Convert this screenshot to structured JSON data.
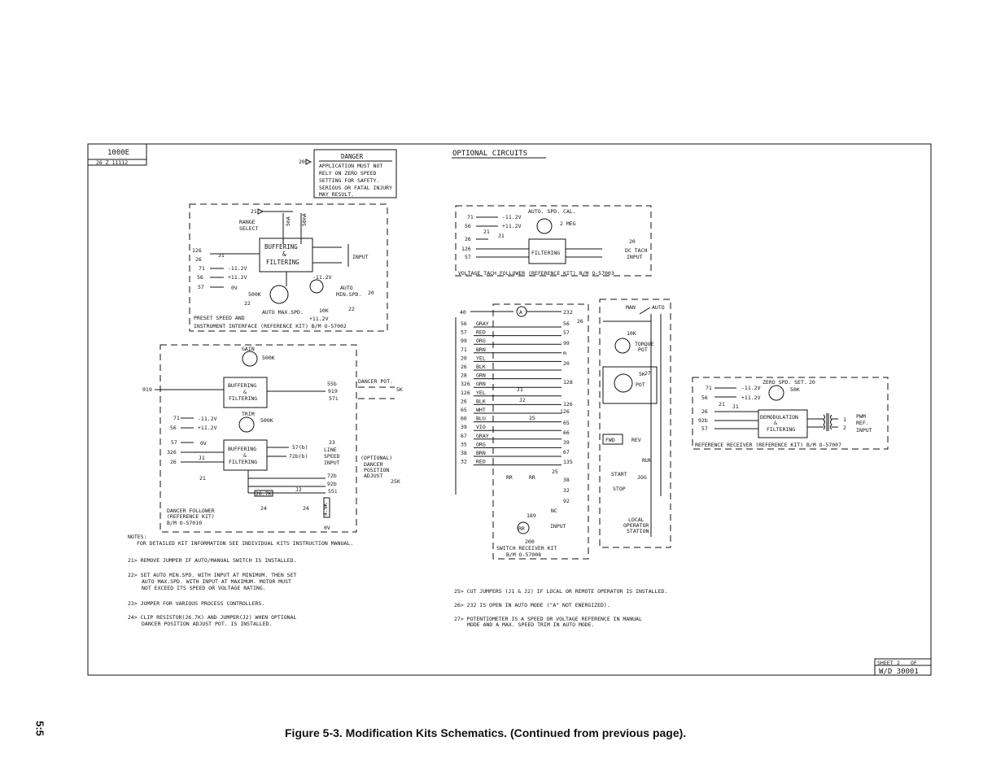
{
  "title_block": {
    "top_left": "1000E",
    "top_left_sub": "26  Z  11112",
    "sheet_label": "SHEET",
    "sheet_num": "2",
    "sheet_of": "OF",
    "dwg": "W/D 30001"
  },
  "danger": {
    "marker": "20",
    "heading": "DANGER",
    "lines": [
      "APPLICATION MUST NOT",
      "RELY ON ZERO SPEED",
      "SETTING FOR SAFETY.",
      "SERIOUS OR FATAL INJURY",
      "MAY RESULT."
    ]
  },
  "preset": {
    "blocks": [
      "BUFFERING",
      "&",
      "FILTERING"
    ],
    "range_select": [
      "RANGE",
      "SELECT"
    ],
    "ma1": "5mA",
    "ma2": "50mA",
    "pins": [
      "126",
      "26",
      "71",
      "56",
      "57"
    ],
    "pin_labels": [
      "J1",
      "-11.2V",
      "+11.2V",
      "0V"
    ],
    "input_label": "INPUT",
    "pots": [
      "500K",
      "AUTO MAX.SPD.",
      "10K",
      "AUTO",
      "MIN.SPD.",
      "-11.2V",
      "+11.2V"
    ],
    "markers": [
      "21",
      "22",
      "20",
      "22"
    ],
    "caption": [
      "PRESET SPEED AND",
      "INSTRUMENT INTERFACE (REFERENCE KIT) B/M O-57002"
    ]
  },
  "dancer": {
    "gain": "GAIN",
    "gain_pot": "500K",
    "trim": "TRIM",
    "trim_pot": "500K",
    "blocks": [
      "BUFFERING",
      "&",
      "FILTERING"
    ],
    "pins": [
      "919",
      "71",
      "56",
      "57",
      "326",
      "26"
    ],
    "pin_labels": [
      "-11.2V",
      "+11.2V",
      "0V",
      "J1",
      "21"
    ],
    "right_pins": [
      "55b",
      "919",
      "57i",
      "57(b)",
      "72b(b)",
      "72b",
      "92b",
      "55i"
    ],
    "dancer_pot": "DANCER POT.",
    "dancer_5k": "5K",
    "line_speed": [
      "LINE",
      "SPEED",
      "INPUT"
    ],
    "line_marker": "23",
    "optional": [
      "(OPTIONAL)",
      "DANCER",
      "POSITION",
      "ADJUST"
    ],
    "opt_25k": "25K",
    "resistor": "26.7K",
    "jumper": "J2",
    "markers": [
      "24",
      "24"
    ],
    "zero_v": "0V",
    "res2": "4.9K",
    "caption": [
      "DANCER FOLLOWER",
      "(REFERENCE KIT)",
      "B/M O-57010"
    ]
  },
  "notes": {
    "header": "NOTES:",
    "items": [
      "FOR DETAILED KIT INFORMATION SEE INDIVIDUAL KITS INSTRUCTION MANUAL.",
      "21> REMOVE JUMPER IF AUTO/MANUAL SWITCH IS INSTALLED.",
      "22> SET AUTO MIN.SPD. WITH INPUT AT MINIMUM. THEN SET",
      "AUTO MAX.SPD. WITH INPUT AT MAXIMUM. MOTOR MUST",
      "NOT EXCEED ITS SPEED OR VOLTAGE RATING.",
      "23> JUMPER FOR VARIOUS PROCESS CONTROLLERS.",
      "24> CLIP RESISTOR(26.7K) AND JUMPER(J2) WHEN OPTIONAL",
      "DANCER POSITION ADJUST POT. IS INSTALLED."
    ]
  },
  "optional_header": "OPTIONAL CIRCUITS",
  "tach": {
    "pins": [
      "71",
      "56",
      "26",
      "126",
      "57"
    ],
    "pin_labels": [
      "-11.2V",
      "+11.2V",
      "21",
      "J1"
    ],
    "pot": [
      "AUTO. SPD. CAL.",
      "2 MEG"
    ],
    "block": "FILTERING",
    "out": [
      "20",
      "DC TACH",
      "INPUT"
    ],
    "caption": "VOLTAGE TACH FOLLOWER (REFERENCE KIT) B/M O-57003"
  },
  "switch": {
    "left_pins": [
      "40",
      "56",
      "57",
      "99",
      "71",
      "20",
      "26",
      "28",
      "326",
      "126",
      "26",
      "65",
      "66",
      "39",
      "67",
      "35",
      "38",
      "32"
    ],
    "wires": [
      "GRAY",
      "RED",
      "ORG",
      "BRN",
      "YEL",
      "BLK",
      "GRN",
      "GRN",
      "YEL",
      "BLK",
      "WHT",
      "BLU",
      "VIO",
      "GRAY",
      "ORG",
      "BRN",
      "RED"
    ],
    "right_pins": [
      "232",
      "56",
      "57",
      "99",
      "m",
      "20",
      "128",
      "126",
      "65",
      "66",
      "39",
      "67",
      "135",
      "38",
      "32",
      "92",
      "NC"
    ],
    "a_label": "A",
    "j1": "J1",
    "j2": "J2",
    "rr": "RR",
    "input": "INPUT",
    "n189": "189",
    "n200": "200",
    "markers": [
      "25",
      "26",
      "25"
    ],
    "caption": [
      "SWITCH RECEIVER KIT",
      "B/M O-57008"
    ]
  },
  "operator": {
    "man": "MAN",
    "auto": "AUTO",
    "torque": [
      "10K",
      "TORQUE",
      "POT"
    ],
    "pot5k": [
      "5K",
      "POT",
      "27"
    ],
    "fwd": "FWD",
    "rev": "REV",
    "start": "START",
    "stop": "STOP",
    "run": "RUN",
    "jog": "JOG",
    "caption": [
      "LOCAL",
      "OPERATOR",
      "STATION"
    ]
  },
  "receiver": {
    "pins": [
      "71",
      "56",
      "21",
      "26",
      "92b",
      "57"
    ],
    "pin_labels": [
      "-11.2V",
      "+11.2V",
      "J1"
    ],
    "pot": [
      "ZERO SPD. SET.",
      "50K",
      "20"
    ],
    "block": [
      "DEMODULATION",
      "&",
      "FILTERING"
    ],
    "out": [
      "1",
      "2",
      "PWM",
      "REF.",
      "INPUT"
    ],
    "caption": "REFERENCE RECEIVER (REFERENCE KIT) B/M O-57007"
  },
  "notes2": [
    "25> CUT JUMPERS (J1 & J2) IF LOCAL OR REMOTE OPERATOR IS INSTALLED.",
    "26> 232 IS OPEN IN AUTO MODE (\"A\" NOT ENERGIZED).",
    "27> POTENTIOMETER IS A SPEED OR VOLTAGE REFERENCE IN MANUAL",
    "MODE AND A MAX. SPEED TRIM IN AUTO MODE."
  ],
  "figure_caption": "Figure 5-3. Modification Kits Schematics. (Continued from previous page).",
  "page_number": "5:5"
}
